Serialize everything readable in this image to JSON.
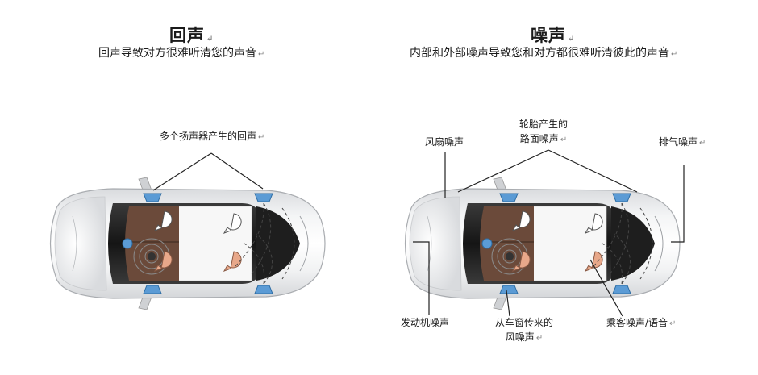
{
  "left": {
    "title": "回声",
    "subtitle": "回声导致对方很难听清您的声音",
    "labels": {
      "speakers": "多个扬声器产生的回声"
    }
  },
  "right": {
    "title": "噪声",
    "subtitle": "内部和外部噪声导致您和对方都很难听清彼此的声音",
    "labels": {
      "fan": "风扇噪声",
      "road_line1": "轮胎产生的",
      "road_line2": "路面噪声",
      "exhaust": "排气噪声",
      "engine": "发动机噪声",
      "wind_line1": "从车窗传来的",
      "wind_line2": "风噪声",
      "passenger": "乘客噪声/语音"
    }
  },
  "paragraph_mark": "↵",
  "colors": {
    "speaker": "#5b9bd5",
    "speaker_dark": "#2e6da4",
    "head_passenger": "#e8a88a",
    "mic": "#5b9bd5",
    "glass": "#2a2a2a"
  }
}
